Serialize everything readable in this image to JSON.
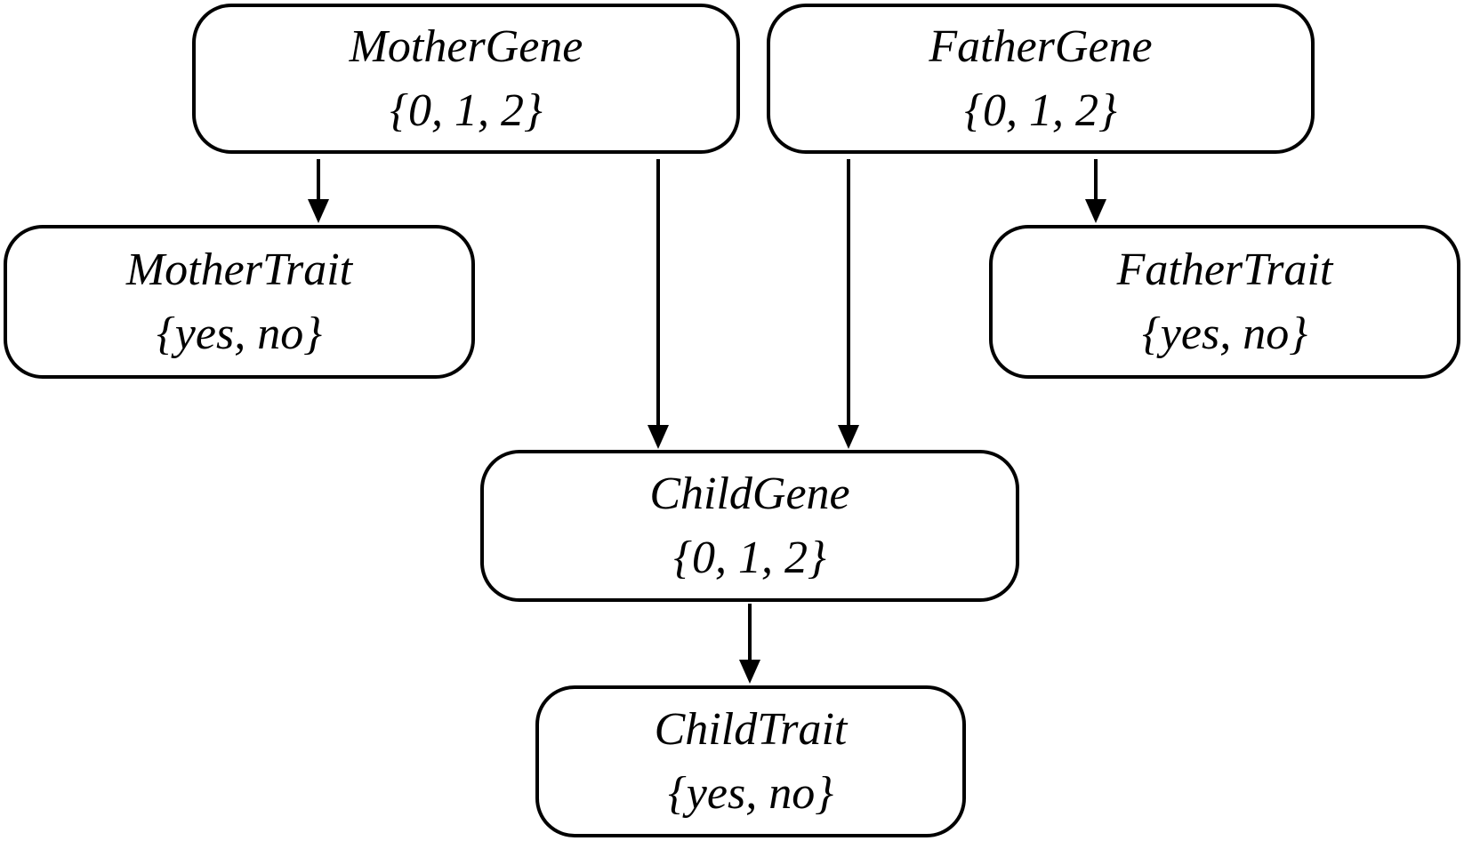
{
  "nodes": {
    "mother_gene": {
      "name": "MotherGene",
      "values": "{0, 1, 2}"
    },
    "father_gene": {
      "name": "FatherGene",
      "values": "{0, 1, 2}"
    },
    "mother_trait": {
      "name": "MotherTrait",
      "values": "{yes, no}"
    },
    "father_trait": {
      "name": "FatherTrait",
      "values": "{yes, no}"
    },
    "child_gene": {
      "name": "ChildGene",
      "values": "{0, 1, 2}"
    },
    "child_trait": {
      "name": "ChildTrait",
      "values": "{yes, no}"
    }
  },
  "edges": [
    {
      "from": "MotherGene",
      "to": "MotherTrait"
    },
    {
      "from": "MotherGene",
      "to": "ChildGene"
    },
    {
      "from": "FatherGene",
      "to": "ChildGene"
    },
    {
      "from": "FatherGene",
      "to": "FatherTrait"
    },
    {
      "from": "ChildGene",
      "to": "ChildTrait"
    }
  ],
  "colors": {
    "stroke": "#000000",
    "background": "#ffffff"
  }
}
